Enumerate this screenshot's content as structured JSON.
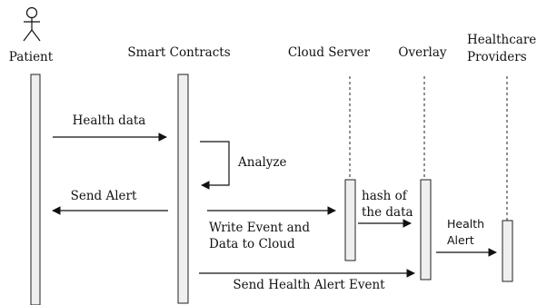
{
  "actors": {
    "patient": "Patient",
    "smart_contracts": "Smart Contracts",
    "cloud_server": "Cloud Server",
    "overlay": "Overlay",
    "healthcare_line1": "Healthcare",
    "healthcare_line2": "Providers"
  },
  "messages": {
    "health_data": "Health data",
    "analyze": "Analyze",
    "send_alert": "Send Alert",
    "write_event_line1": "Write Event and",
    "write_event_line2": "Data to Cloud",
    "hash_line1": "hash of",
    "hash_line2": "the data",
    "health_alert_line1": "Health",
    "health_alert_line2": "Alert",
    "send_health_alert_event": "Send Health Alert Event"
  }
}
